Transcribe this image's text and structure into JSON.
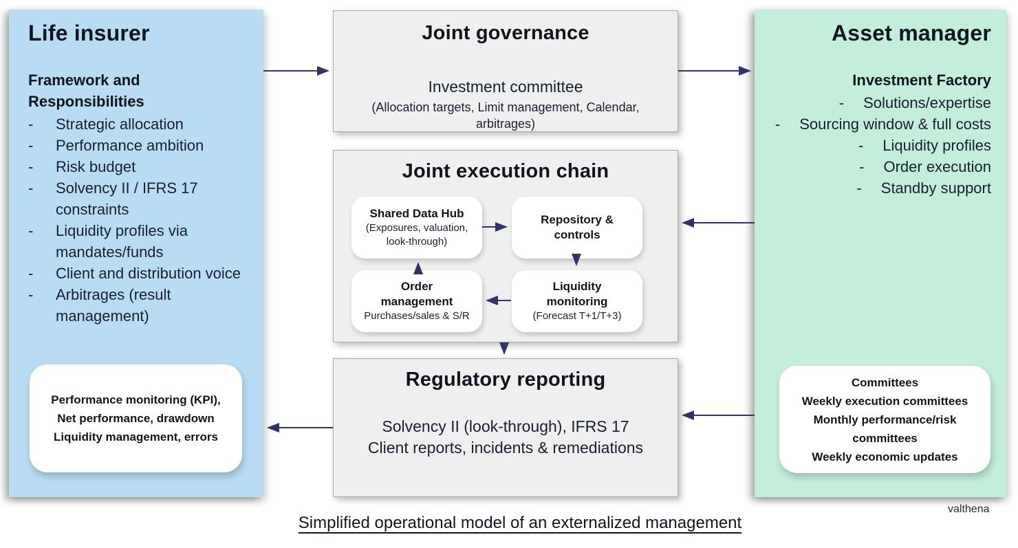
{
  "ui": {
    "bullet": "-"
  },
  "colors": {
    "panel_blue": "#b8dcf4",
    "panel_mint": "#c3eedb",
    "box_gray": "#f0eff0",
    "box_border": "#ababab",
    "arrow_navy": "#2e3566",
    "text_dark": "#16202e",
    "heading_black": "#10151d"
  },
  "caption": "Simplified operational model of an externalized management",
  "watermark": "valthena",
  "life_insurer": {
    "title": "Life insurer",
    "subtitle": "Framework and Responsibilities",
    "items": [
      "Strategic allocation",
      "Performance ambition",
      "Risk budget",
      "Solvency II / IFRS 17 constraints",
      "Liquidity profiles via mandates/funds",
      "Client and distribution voice",
      "Arbitrages (result management)"
    ],
    "callout_lines": [
      "Performance monitoring (KPI),",
      "Net performance, drawdown",
      "Liquidity management, errors"
    ]
  },
  "joint_governance": {
    "title": "Joint governance",
    "subtitle": "Investment committee",
    "detail": "(Allocation targets, Limit management, Calendar, arbitrages)"
  },
  "joint_execution_chain": {
    "title": "Joint execution chain",
    "shared_data_hub": {
      "title": "Shared Data Hub",
      "detail": "(Exposures, valuation, look-through)"
    },
    "repository_controls": {
      "title": "Repository & controls"
    },
    "order_management": {
      "title": "Order management",
      "detail": "Purchases/sales & S/R"
    },
    "liquidity_monitoring": {
      "title": "Liquidity monitoring",
      "detail": "(Forecast T+1/T+3)"
    }
  },
  "regulatory_reporting": {
    "title": "Regulatory reporting",
    "line1": "Solvency II (look-through), IFRS 17",
    "line2": "Client reports, incidents & remediations"
  },
  "asset_manager": {
    "title": "Asset manager",
    "subtitle": "Investment Factory",
    "items": [
      "Solutions/expertise",
      "Sourcing window & full costs",
      "Liquidity profiles",
      "Order execution",
      "Standby support"
    ],
    "callout_lines": [
      "Committees",
      "Weekly execution committees",
      "Monthly performance/risk committees",
      "Weekly economic updates"
    ]
  },
  "edges": [
    {
      "from": "life-insurer",
      "to": "joint-governance"
    },
    {
      "from": "joint-governance",
      "to": "asset-manager"
    },
    {
      "from": "asset-manager",
      "to": "joint-execution-chain"
    },
    {
      "from": "joint-execution-chain",
      "to": "regulatory-reporting"
    },
    {
      "from": "regulatory-reporting",
      "to": "life-insurer"
    },
    {
      "from": "asset-manager",
      "to": "regulatory-reporting"
    },
    {
      "from": "shared-data-hub",
      "to": "repository-controls"
    },
    {
      "from": "repository-controls",
      "to": "liquidity-monitoring"
    },
    {
      "from": "liquidity-monitoring",
      "to": "order-management"
    },
    {
      "from": "order-management",
      "to": "shared-data-hub"
    }
  ]
}
